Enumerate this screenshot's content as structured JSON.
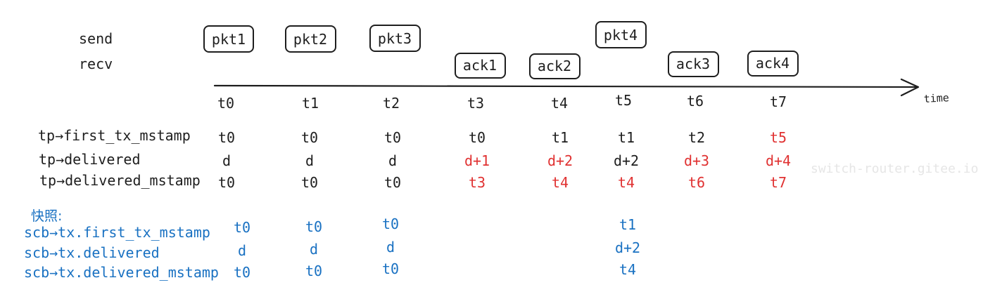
{
  "colors": {
    "ink": "#1e1e1e",
    "red": "#e03131",
    "blue": "#1971c2",
    "watermark": "#e6e6e6"
  },
  "row_labels": {
    "send": "send",
    "recv": "recv"
  },
  "send_packets": [
    "pkt1",
    "pkt2",
    "pkt3",
    "pkt4"
  ],
  "recv_acks": [
    "ack1",
    "ack2",
    "ack3",
    "ack4"
  ],
  "axis_label": "time",
  "ticks": [
    "t0",
    "t1",
    "t2",
    "t3",
    "t4",
    "t5",
    "t6",
    "t7"
  ],
  "tp_fields": {
    "first_tx_mstamp": {
      "label": "tp→first_tx_mstamp",
      "values": [
        "t0",
        "t0",
        "t0",
        "t0",
        "t1",
        "t1",
        "t2",
        "t5"
      ]
    },
    "delivered": {
      "label": "tp→delivered",
      "values": [
        "d",
        "d",
        "d",
        "d+1",
        "d+2",
        "d+2",
        "d+3",
        "d+4"
      ]
    },
    "delivered_mstamp": {
      "label": "tp→delivered_mstamp",
      "values": [
        "t0",
        "t0",
        "t0",
        "t3",
        "t4",
        "t4",
        "t6",
        "t7"
      ]
    }
  },
  "snapshot": {
    "title": "快照:",
    "first_tx_mstamp": {
      "label": "scb→tx.first_tx_mstamp",
      "values": [
        "t0",
        "t0",
        "t0",
        "t1"
      ]
    },
    "delivered": {
      "label": "scb→tx.delivered",
      "values": [
        "d",
        "d",
        "d",
        "d+2"
      ]
    },
    "delivered_mstamp": {
      "label": "scb→tx.delivered_mstamp",
      "values": [
        "t0",
        "t0",
        "t0",
        "t4"
      ]
    }
  },
  "watermark": "switch-router.gitee.io"
}
